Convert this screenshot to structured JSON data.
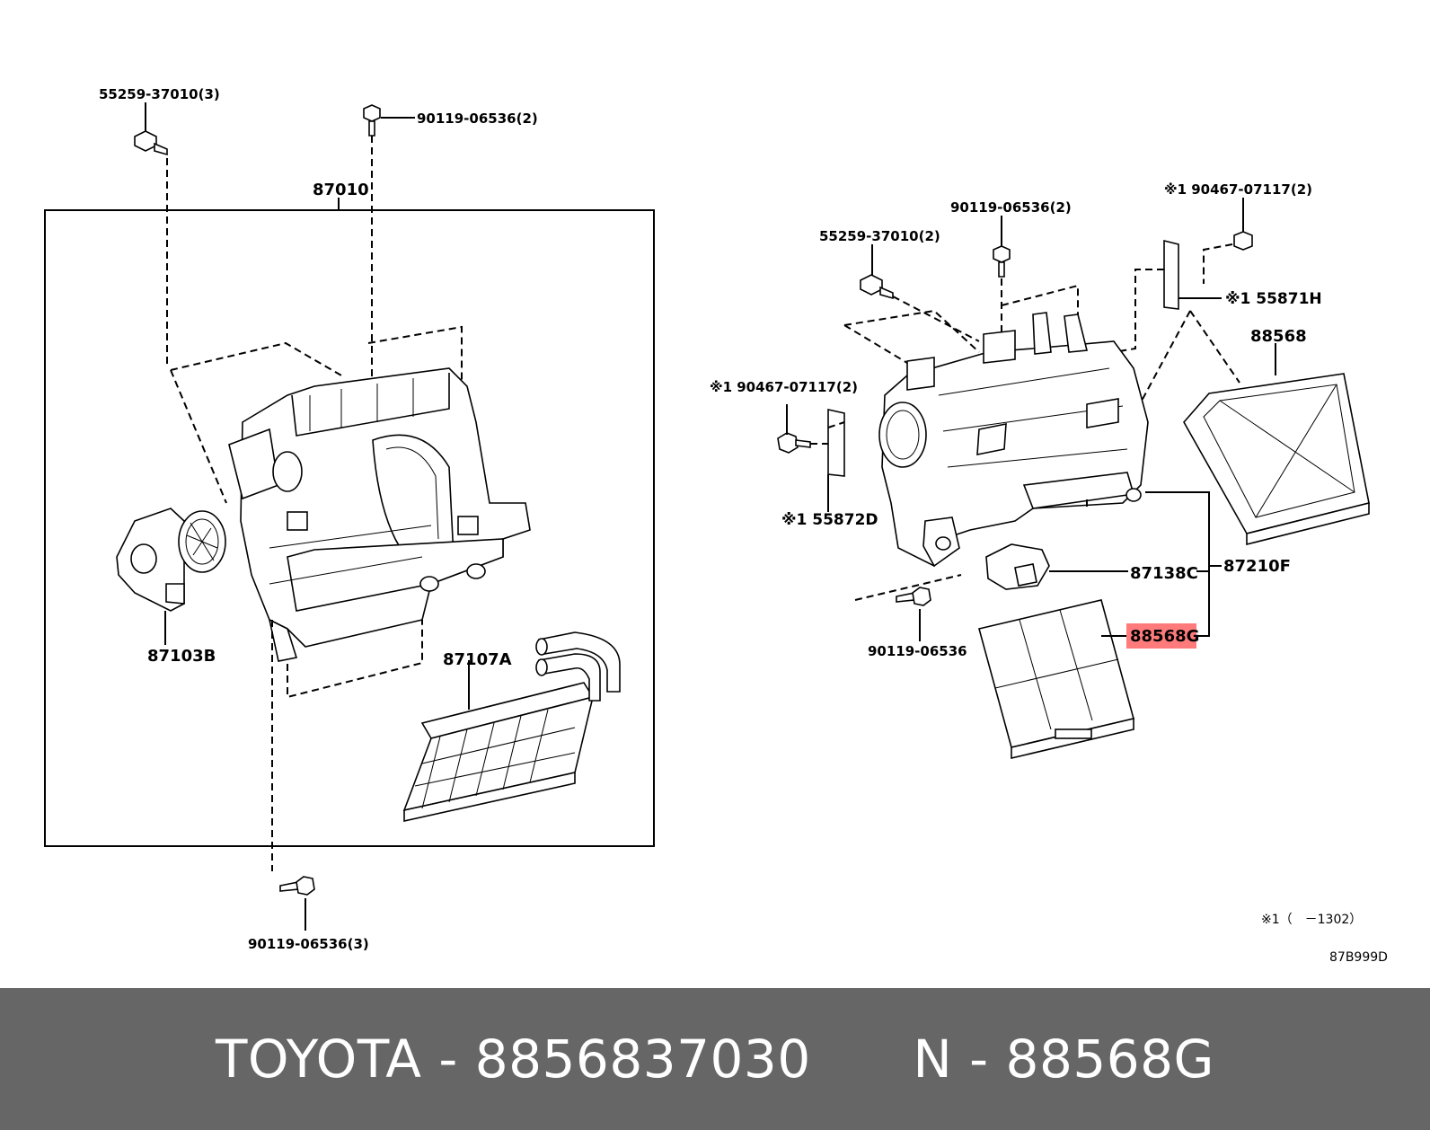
{
  "diagram": {
    "code": "87B999D",
    "note": "※1（　－1302）",
    "labels": {
      "screw_55259_3": "55259-37010(3)",
      "bolt_90119_2_top": "90119-06536(2)",
      "unit_87010": "87010",
      "motor_87103b": "87103B",
      "heater_87107a": "87107A",
      "bolt_90119_3": "90119-06536(3)",
      "bolt_90119_2_right": "90119-06536(2)",
      "screw_55259_2": "55259-37010(2)",
      "clip_90467_right": "※1 90467-07117(2)",
      "bracket_55871h": "※1 55871H",
      "filter_88568": "88568",
      "clip_90467_left": "※1 90467-07117(2)",
      "bracket_55872d": "※1 55872D",
      "resistor_87138c": "87138C",
      "blower_87210f": "87210F",
      "bolt_90119": "90119-06536",
      "filter_88568g": "88568G"
    },
    "highlight_color": "#ff7b7b"
  },
  "footer": {
    "text": "TOYOTA - 8856837030      N - 88568G",
    "background": "#666666"
  }
}
